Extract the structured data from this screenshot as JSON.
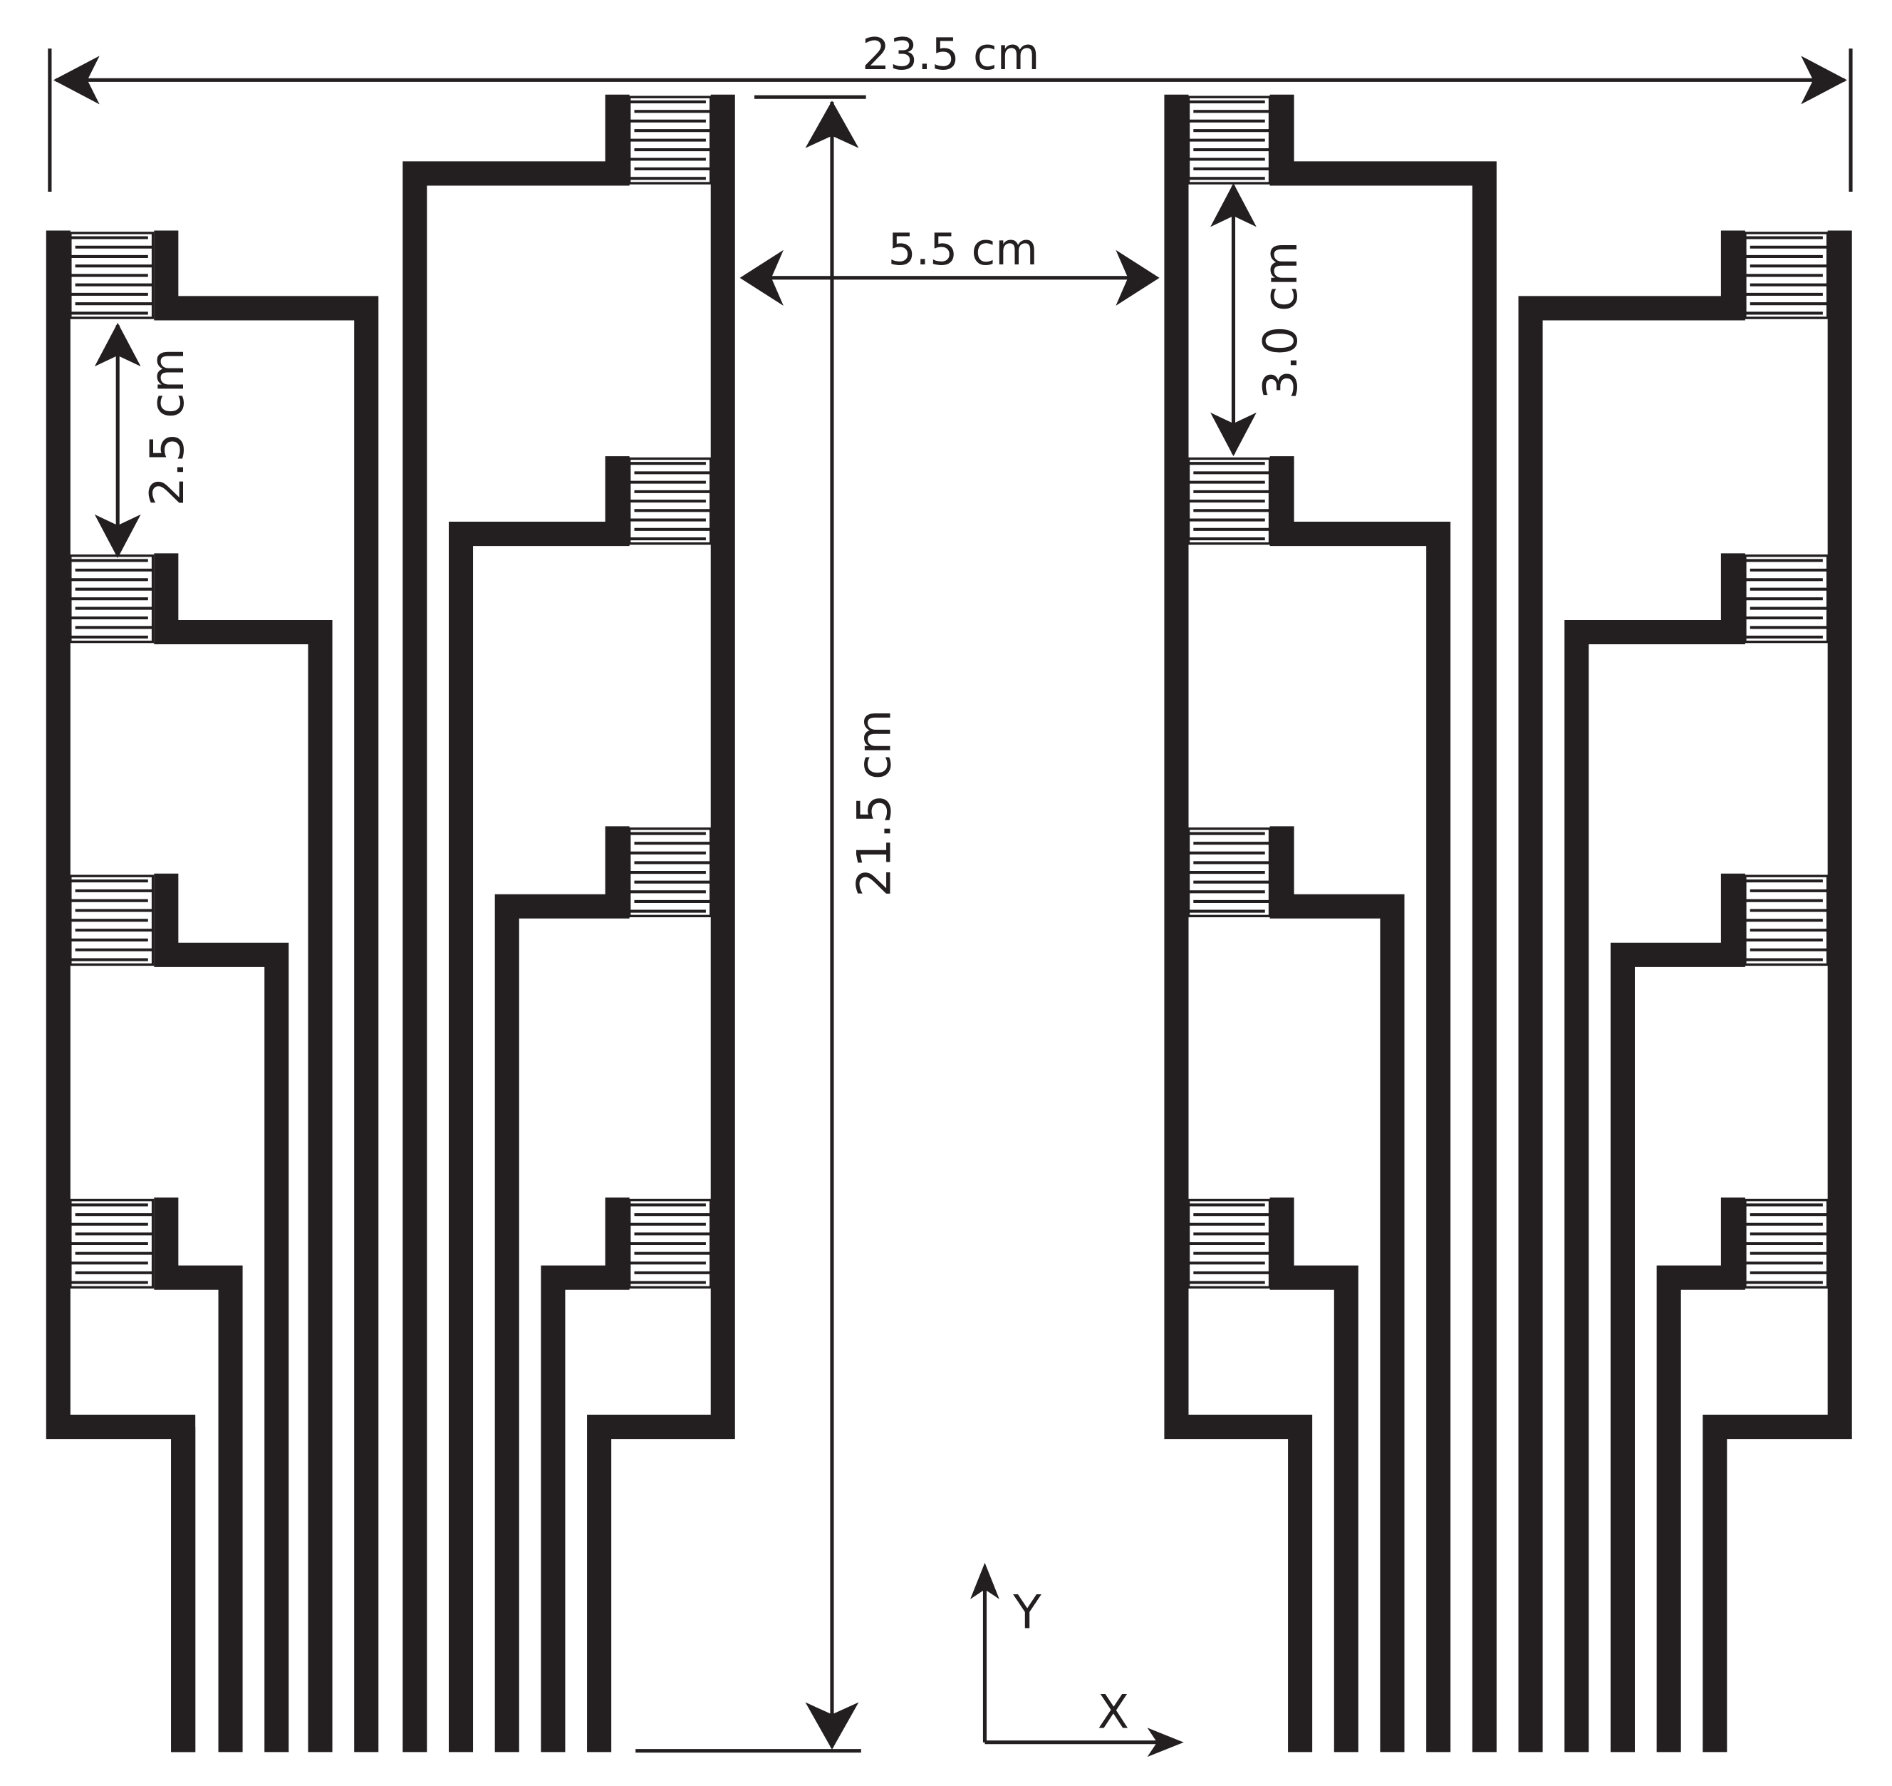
{
  "diagram": {
    "dimensions": {
      "overall_width": "23.5 cm",
      "gap_between_groups": "5.5 cm",
      "overall_height": "21.5 cm",
      "sensor_pitch_outer": "2.5 cm",
      "sensor_pitch_inner": "3.0 cm"
    },
    "axes": {
      "y_label": "Y",
      "x_label": "X"
    },
    "sensor_rows": {
      "outer_columns": 4,
      "inner_columns": 4,
      "groups": 2
    },
    "colors": {
      "ink": "#231f20",
      "background": "#ffffff"
    }
  }
}
